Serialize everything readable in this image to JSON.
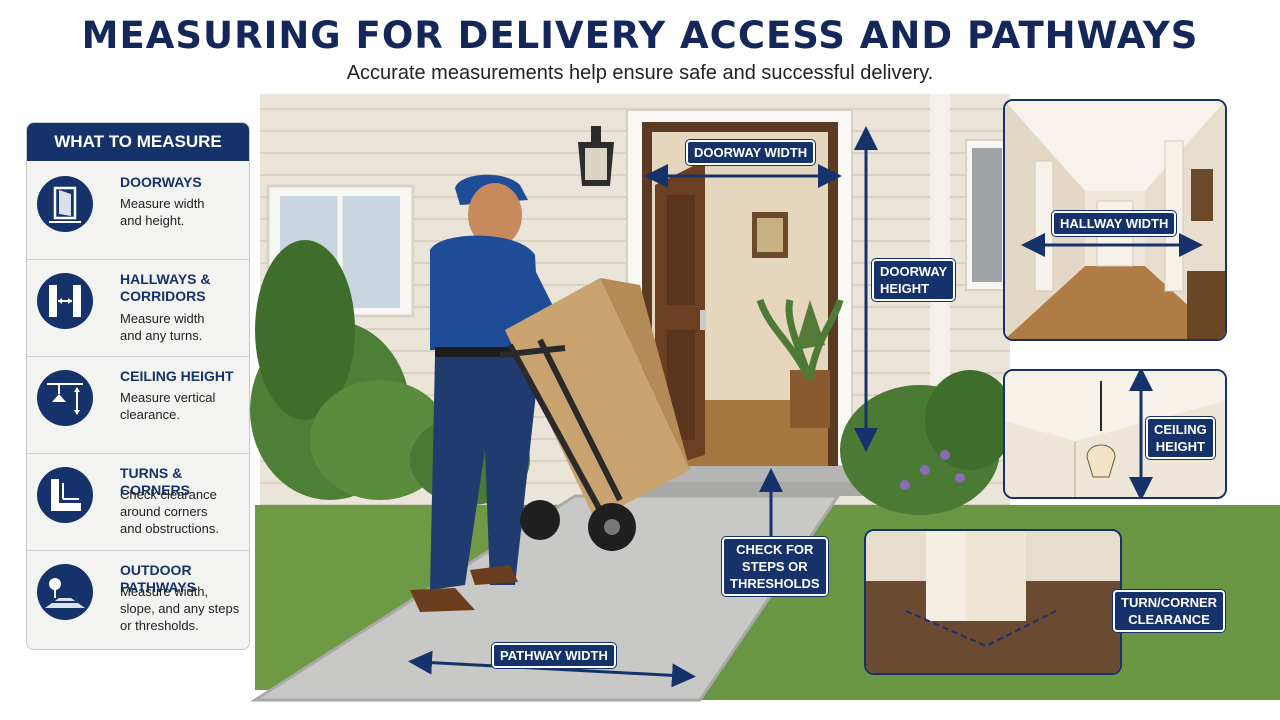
{
  "header": {
    "title": "MEASURING FOR DELIVERY ACCESS AND PATHWAYS",
    "subtitle": "Accurate measurements help ensure safe and successful delivery."
  },
  "sidebar": {
    "heading": "WHAT TO MEASURE",
    "items": [
      {
        "title": "DOORWAYS",
        "text_lines": [
          "Measure width",
          "and height."
        ],
        "icon": "doorway-icon"
      },
      {
        "title_lines": [
          "HALLWAYS &",
          "CORRIDORS"
        ],
        "text_lines": [
          "Measure width",
          "and any turns."
        ],
        "icon": "hallway-icon"
      },
      {
        "title": "CEILING HEIGHT",
        "text_lines": [
          "Measure vertical",
          "clearance."
        ],
        "icon": "ceiling-lamp-icon"
      },
      {
        "title": "TURNS & CORNERS",
        "text_lines": [
          "Check clearance",
          "around corners",
          "and obstructions."
        ],
        "icon": "corner-icon"
      },
      {
        "title": "OUTDOOR PATHWAYS",
        "text_lines": [
          "Measure width,",
          "slope, and any steps",
          "or thresholds."
        ],
        "icon": "pathway-icon"
      }
    ]
  },
  "labels": {
    "doorway_width": "DOORWAY WIDTH",
    "doorway_height": [
      "DOORWAY",
      "HEIGHT"
    ],
    "hallway_width": "HALLWAY WIDTH",
    "ceiling_height": [
      "CEILING",
      "HEIGHT"
    ],
    "steps_thresholds": [
      "CHECK FOR",
      "STEPS OR",
      "THRESHOLDS"
    ],
    "turn_corner": [
      "TURN/CORNER",
      "CLEARANCE"
    ],
    "pathway_width": "PATHWAY WIDTH"
  },
  "colors": {
    "navy": "#16326b",
    "siding": "#e9e3d7",
    "door": "#6b3f22",
    "grass": "#6c9a45",
    "path": "#c9c9c7"
  }
}
